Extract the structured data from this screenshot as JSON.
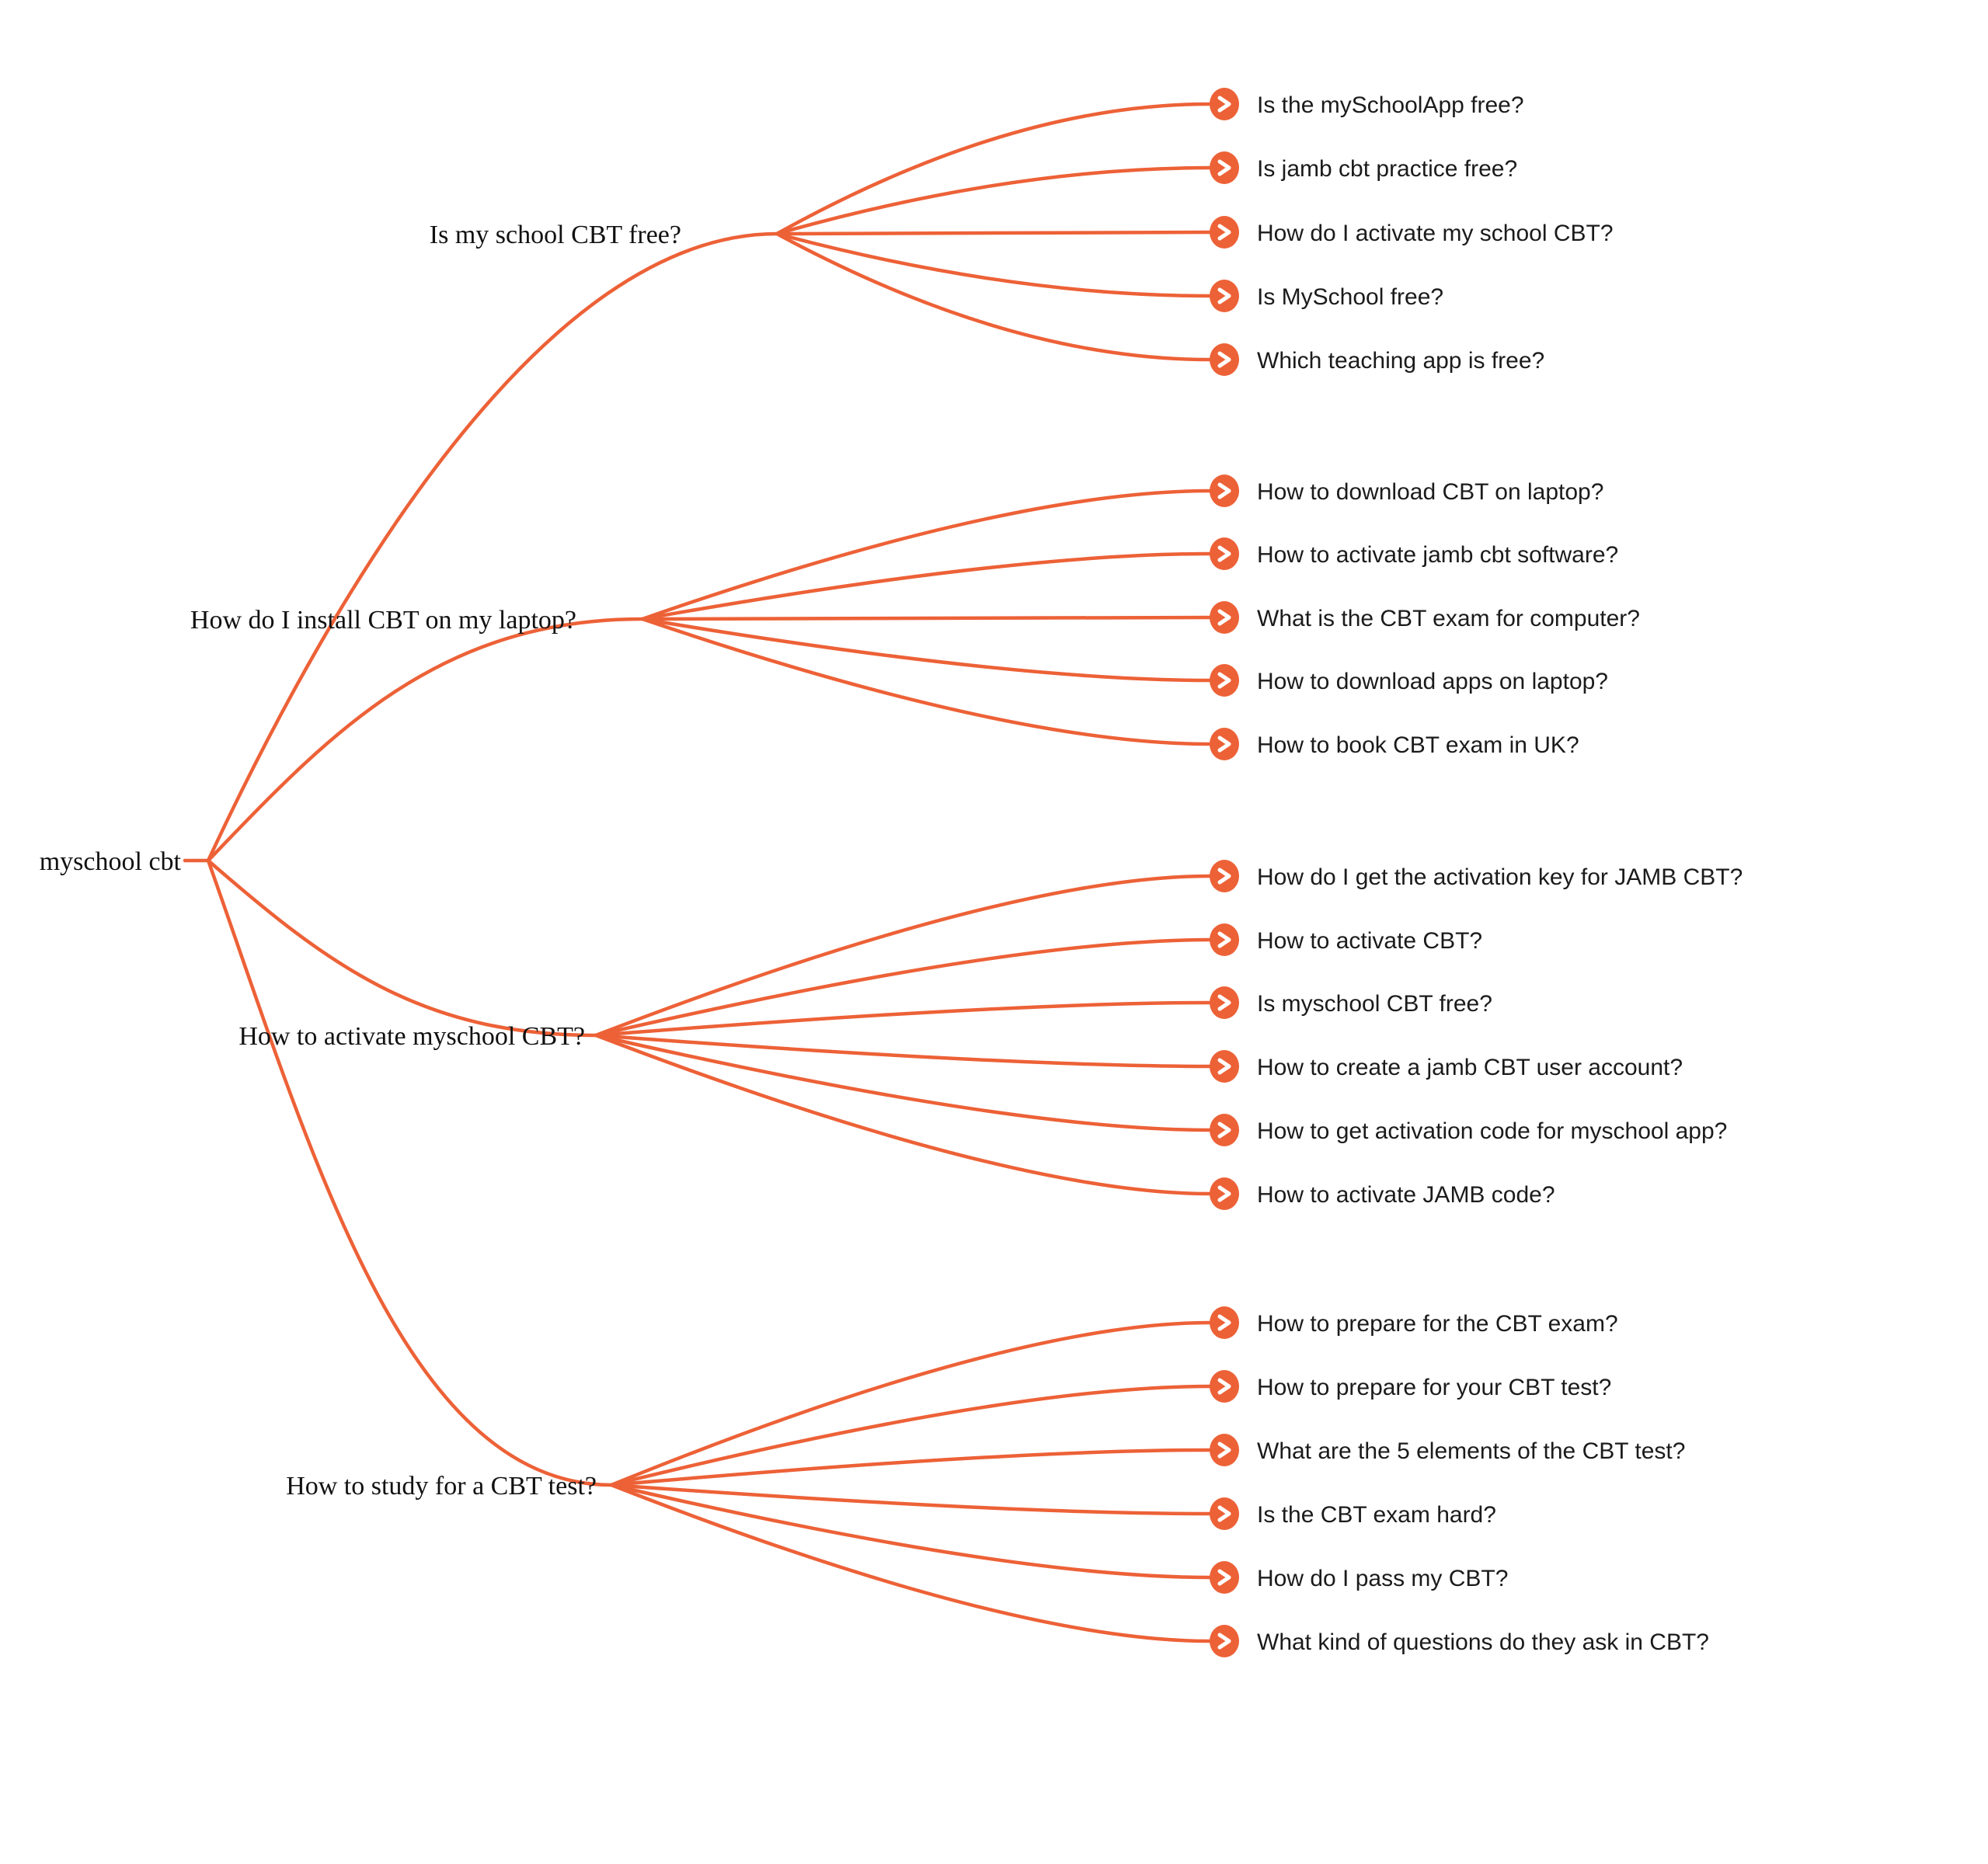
{
  "diagram": {
    "type": "mindmap",
    "colors": {
      "accent": "#ED6137",
      "text": "#1B1B1B",
      "background": "#FFFFFF"
    },
    "icons": {
      "leaf_bullet": "chevron-right-icon"
    },
    "root": {
      "label": "myschool cbt"
    },
    "branches": [
      {
        "label": "Is my school CBT free?",
        "leaves": [
          "Is the mySchoolApp free?",
          "Is jamb cbt practice free?",
          "How do I activate my school CBT?",
          "Is MySchool free?",
          "Which teaching app is free?"
        ]
      },
      {
        "label": "How do I install CBT on my laptop?",
        "leaves": [
          "How to download CBT on laptop?",
          "How to activate jamb cbt software?",
          "What is the CBT exam for computer?",
          "How to download apps on laptop?",
          "How to book CBT exam in UK?"
        ]
      },
      {
        "label": "How to activate myschool CBT?",
        "leaves": [
          "How do I get the activation key for JAMB CBT?",
          "How to activate CBT?",
          "Is myschool CBT free?",
          "How to create a jamb CBT user account?",
          "How to get activation code for myschool app?",
          "How to activate JAMB code?"
        ]
      },
      {
        "label": "How to study for a CBT test?",
        "leaves": [
          "How to prepare for the CBT exam?",
          "How to prepare for your CBT test?",
          "What are the 5 elements of the CBT test?",
          "Is the CBT exam hard?",
          "How do I pass my CBT?",
          "What kind of questions do they ask in CBT?"
        ]
      }
    ]
  }
}
